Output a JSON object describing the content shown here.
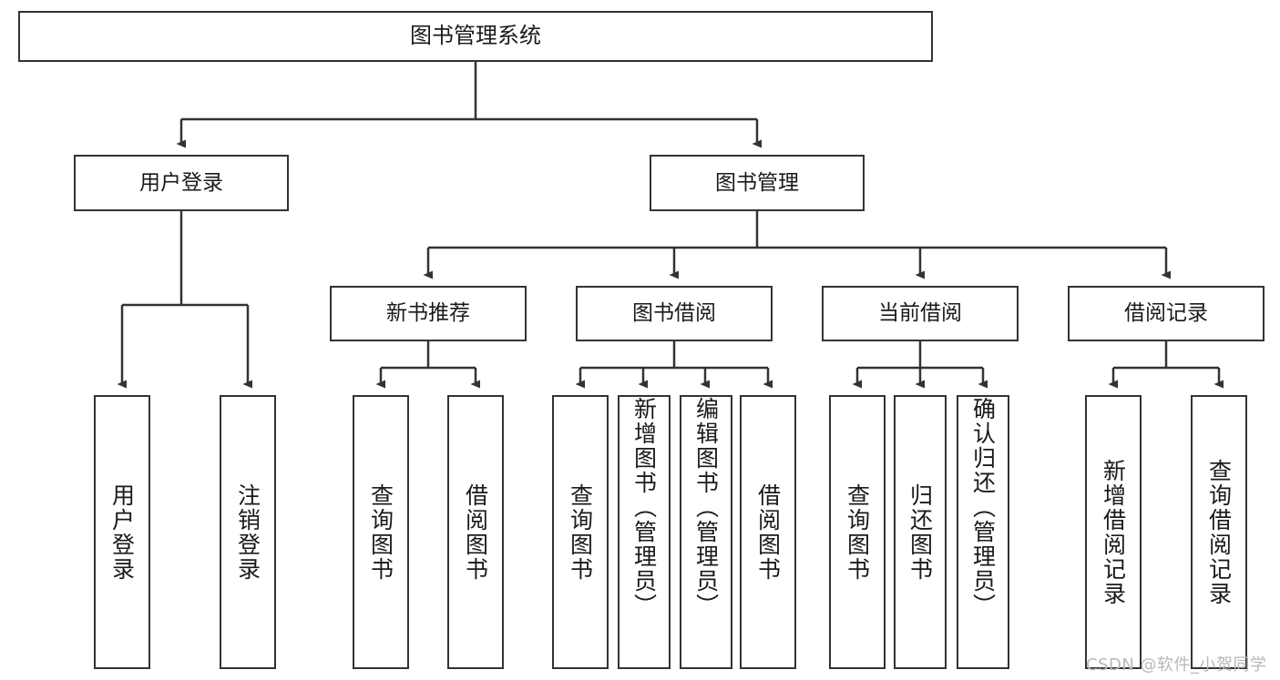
{
  "diagram": {
    "type": "tree-hierarchy",
    "title": "图书管理系统",
    "watermark": "CSDN @软件_小贺同学",
    "colors": {
      "box_border": "#333333",
      "box_fill": "#ffffff",
      "edge": "#333333",
      "text": "#1a1a1a",
      "watermark": "#b8b8b8",
      "background": "#ffffff"
    },
    "nodes": {
      "root": {
        "label": "图书管理系统"
      },
      "level2": [
        {
          "label": "用户登录"
        },
        {
          "label": "图书管理"
        }
      ],
      "level3": [
        {
          "label": "新书推荐"
        },
        {
          "label": "图书借阅"
        },
        {
          "label": "当前借阅"
        },
        {
          "label": "借阅记录"
        }
      ],
      "leaves_user_login": [
        {
          "label": "用户登录"
        },
        {
          "label": "注销登录"
        }
      ],
      "leaves_new_book": [
        {
          "label": "查询图书"
        },
        {
          "label": "借阅图书"
        }
      ],
      "leaves_borrow": [
        {
          "label": "查询图书"
        },
        {
          "label": "新增图书（管理员）"
        },
        {
          "label": "编辑图书（管理员）"
        },
        {
          "label": "借阅图书"
        }
      ],
      "leaves_current": [
        {
          "label": "查询图书"
        },
        {
          "label": "归还图书"
        },
        {
          "label": "确认归还（管理员）"
        }
      ],
      "leaves_record": [
        {
          "label": "新增借阅记录"
        },
        {
          "label": "查询借阅记录"
        }
      ]
    }
  }
}
